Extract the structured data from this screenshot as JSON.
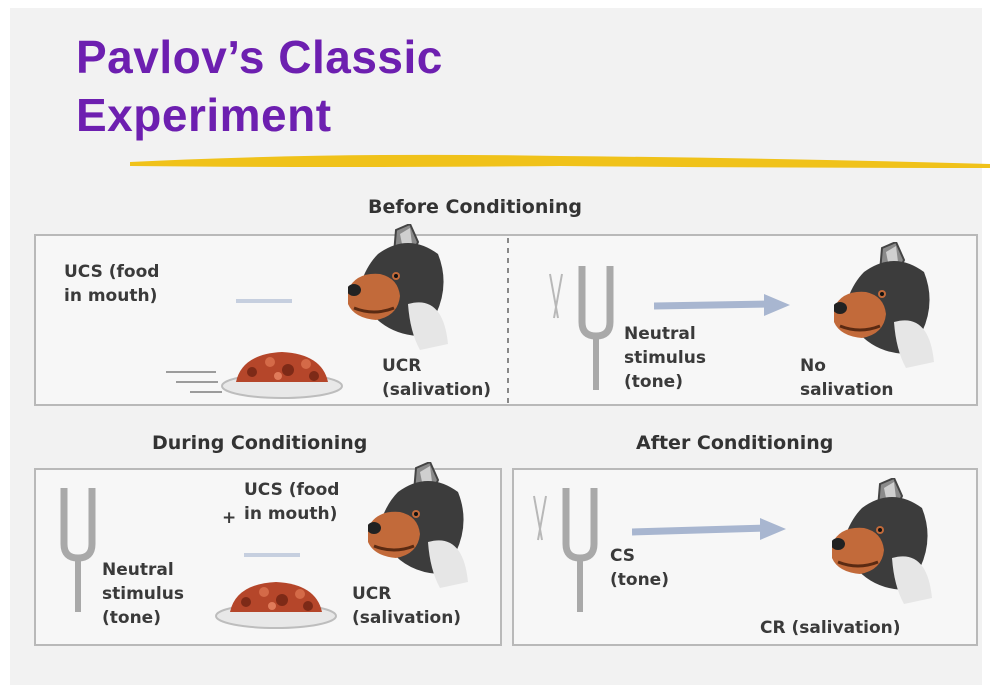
{
  "title_line1": "Pavlov’s Classic",
  "title_line2": "Experiment",
  "sections": {
    "before": "Before Conditioning",
    "during": "During Conditioning",
    "after": "After Conditioning"
  },
  "before_left": {
    "ucs": "UCS (food\nin mouth)",
    "ucr": "UCR\n(salivation)"
  },
  "before_right": {
    "neutral": "Neutral\nstimulus\n(tone)",
    "result": "No\nsalivation"
  },
  "during": {
    "ucs": "UCS (food\nin mouth)",
    "neutral": "Neutral\nstimulus\n(tone)",
    "ucr": "UCR\n(salivation)"
  },
  "after": {
    "cs": "CS\n(tone)",
    "cr": "CR (salivation)"
  },
  "colors": {
    "title": "#6d1fb0",
    "underline": "#f0c21a",
    "arrow": "#a8b6d0"
  },
  "icons": [
    "dog-head-icon",
    "food-bowl-icon",
    "tuning-fork-icon",
    "arrow-right-icon"
  ]
}
